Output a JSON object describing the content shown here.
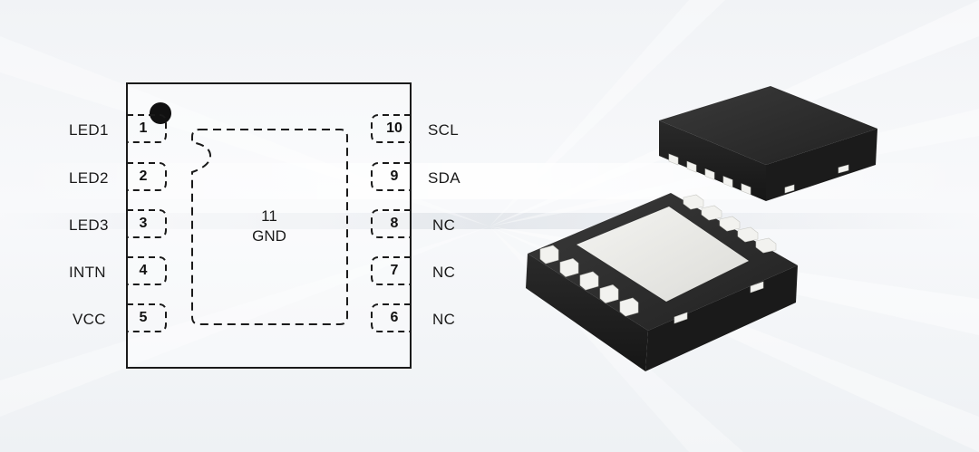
{
  "diagram": {
    "left_pins": [
      {
        "number": "1",
        "name": "LED1"
      },
      {
        "number": "2",
        "name": "LED2"
      },
      {
        "number": "3",
        "name": "LED3"
      },
      {
        "number": "4",
        "name": "INTN"
      },
      {
        "number": "5",
        "name": "VCC"
      }
    ],
    "right_pins": [
      {
        "number": "10",
        "name": "SCL"
      },
      {
        "number": "9",
        "name": "SDA"
      },
      {
        "number": "8",
        "name": "NC"
      },
      {
        "number": "7",
        "name": "NC"
      },
      {
        "number": "6",
        "name": "NC"
      }
    ],
    "center_pad": {
      "number": "11",
      "name": "GND"
    },
    "colors": {
      "outline": "#1a1a1a",
      "package_body": "#2b2b2b",
      "package_pad": "#e9e9e6",
      "background": "#f1f3f6"
    }
  }
}
